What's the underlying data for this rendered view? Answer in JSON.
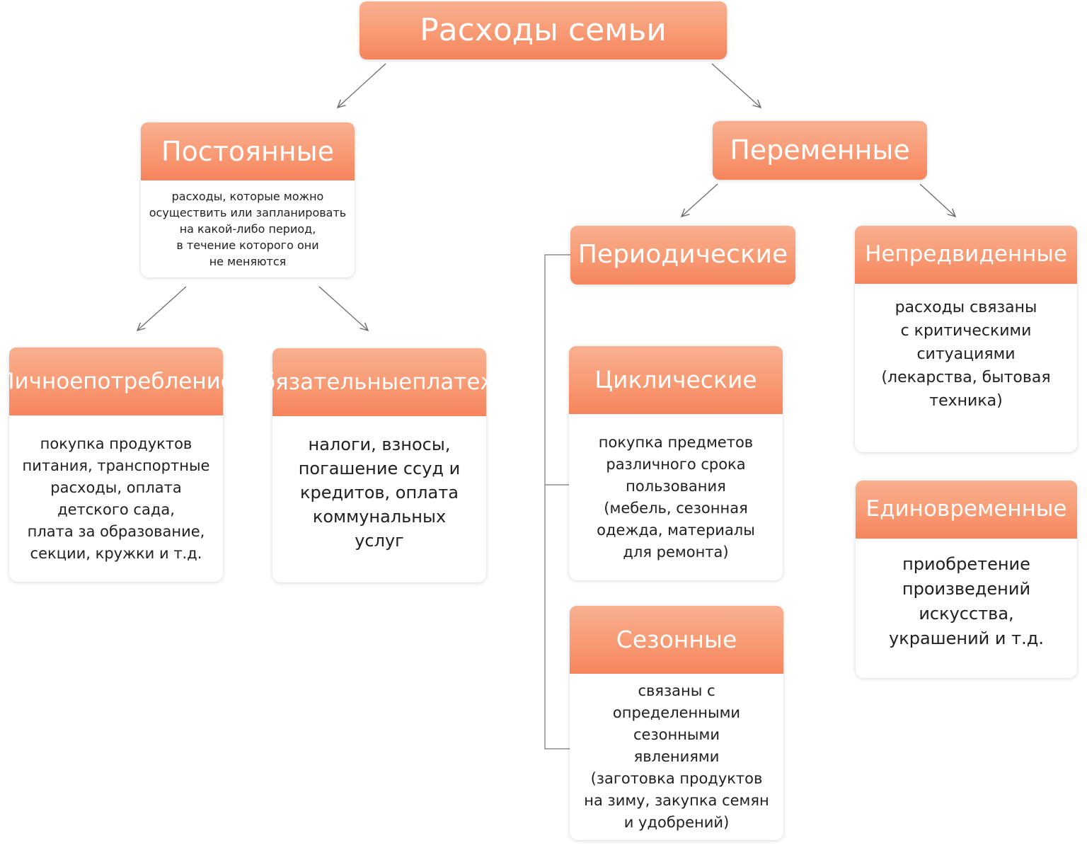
{
  "root": {
    "title": "Расходы семьи"
  },
  "constant": {
    "title": "Постоянные",
    "description": "расходы, которые можно\nосуществить или запланировать\nна какой-либо период,\nв течение которого они\nне меняются"
  },
  "variable": {
    "title": "Переменные"
  },
  "personal": {
    "title": "Личное\nпотребление",
    "description": "покупка продуктов\nпитания, транспортные\nрасходы, оплата\nдетского сада,\nплата за образование,\nсекции, кружки и т.д."
  },
  "mandatory": {
    "title": "Обязательные\nплатежи",
    "description": "налоги, взносы,\nпогашение ссуд и\nкредитов, оплата\nкоммунальных\nуслуг"
  },
  "periodic": {
    "title": "Периодические"
  },
  "cyclic": {
    "title": "Циклические",
    "description": "покупка предметов\nразличного срока\nпользования\n(мебель, сезонная\nодежда, материалы\nдля ремонта)"
  },
  "seasonal": {
    "title": "Сезонные",
    "description": "связаны с\nопределенными\nсезонными\nявлениями\n(заготовка продуктов\nна зиму, закупка семян\nи удобрений)"
  },
  "unforeseen": {
    "title": "Непредвиденные",
    "description": "расходы связаны\nс критическими\nситуациями\n(лекарства, бытовая\nтехника)"
  },
  "onetime": {
    "title": "Единовременные",
    "description": "приобретение\nпроизведений\nискусства,\nукрашений и т.д."
  },
  "colors": {
    "header": "#f89a74",
    "header_dark": "#f6845c",
    "arrow": "#666666"
  }
}
